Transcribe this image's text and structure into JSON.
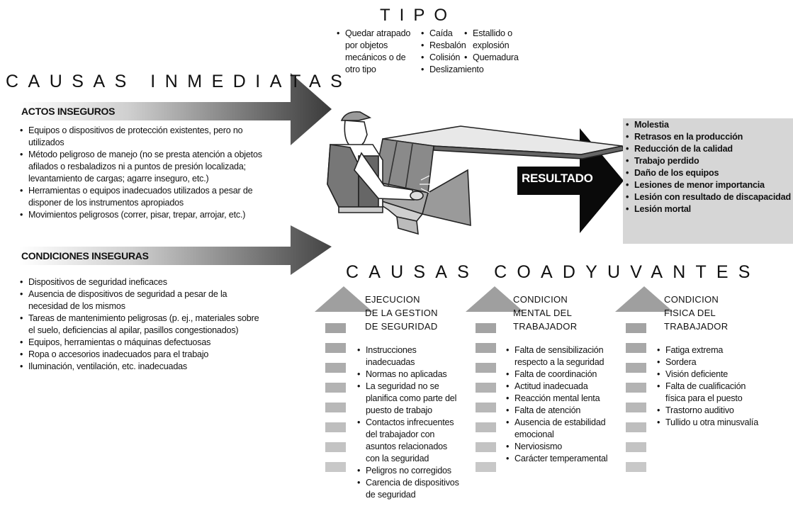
{
  "tipo": {
    "title": "TIPO",
    "col1": [
      "Quedar atrapado por objetos mecánicos o de otro tipo"
    ],
    "col2": [
      "Caída",
      "Resbalón",
      "Colisión",
      "Deslizamiento"
    ],
    "col3": [
      "Estallido o explosión",
      "Quemadura"
    ]
  },
  "causas_inmediatas": {
    "title": "CAUSAS INMEDIATAS",
    "actos": {
      "heading": "ACTOS INSEGUROS",
      "items": [
        "Equipos o dispositivos de protección existentes, pero no utilizados",
        "Método peligroso de manejo (no se presta atención a objetos afilados o resbaladizos ni a puntos de presión localizada; levantamiento de cargas; agarre inseguro, etc.)",
        "Herramientas o equipos inadecuados utilizados a pesar de disponer de los instrumentos apropiados",
        "Movimientos peligrosos (correr, pisar, trepar, arrojar, etc.)"
      ]
    },
    "condiciones": {
      "heading": "CONDICIONES INSEGURAS",
      "items": [
        "Dispositivos de seguridad ineficaces",
        "Ausencia de dispositivos de seguridad a pesar de la necesidad de los mismos",
        "Tareas de mantenimiento peligrosas (p. ej., materiales sobre el suelo, deficiencias al apilar, pasillos congestionados)",
        "Equipos, herramientas o máquinas defectuosas",
        "Ropa o accesorios inadecuados para el trabajo",
        "Iluminación, ventilación, etc. inadecuadas"
      ]
    }
  },
  "resultado": {
    "label": "RESULTADO",
    "items": [
      "Molestia",
      "Retrasos en la producción",
      "Reducción de la calidad",
      "Trabajo perdido",
      "Daño de los equipos",
      "Lesiones de menor importancia",
      "Lesión con resultado de discapacidad",
      "Lesión mortal"
    ]
  },
  "causas_coadyuvantes": {
    "title": "CAUSAS COADYUVANTES",
    "gestion": {
      "heading": "EJECUCION\nDE LA GESTION\nDE SEGURIDAD",
      "items": [
        "Instrucciones inadecuadas",
        "Normas no aplicadas",
        "La seguridad no se planifica como parte del puesto de trabajo",
        "Contactos infrecuentes del trabajador con asuntos relacionados con la seguridad",
        "Peligros no corregidos",
        "Carencia de dispositivos de seguridad"
      ]
    },
    "mental": {
      "heading": "CONDICION\nMENTAL DEL\nTRABAJADOR",
      "items": [
        "Falta de sensibilización respecto a la seguridad",
        "Falta de coordinación",
        "Actitud inadecuada",
        "Reacción mental lenta",
        "Falta de atención",
        "Ausencia de estabilidad emocional",
        "Nerviosismo",
        "Carácter temperamental"
      ]
    },
    "fisica": {
      "heading": "CONDICION\nFISICA DEL\nTRABAJADOR",
      "items": [
        "Fatiga extrema",
        "Sordera",
        "Visión deficiente",
        "Falta de cualificación física para el puesto",
        "Trastorno auditivo",
        "Tullido u otra minusvalía"
      ]
    }
  }
}
